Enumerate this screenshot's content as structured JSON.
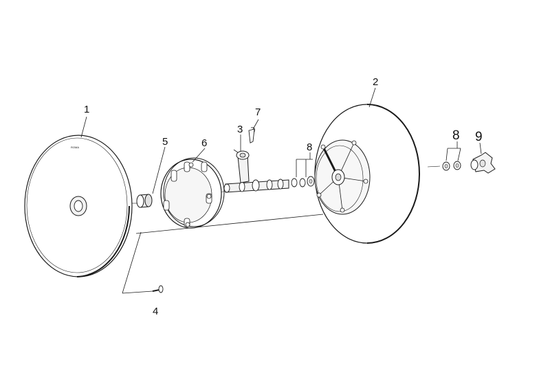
{
  "diagram": {
    "callouts": [
      {
        "id": "c1",
        "label": "1"
      },
      {
        "id": "c2",
        "label": "2"
      },
      {
        "id": "c3",
        "label": "3"
      },
      {
        "id": "c4",
        "label": "4"
      },
      {
        "id": "c5",
        "label": "5"
      },
      {
        "id": "c6",
        "label": "6"
      },
      {
        "id": "c7",
        "label": "7"
      },
      {
        "id": "c8a",
        "label": "8"
      },
      {
        "id": "c8b",
        "label": "8"
      },
      {
        "id": "c9",
        "label": "9"
      }
    ],
    "colors": {
      "line": "#1a1a1a",
      "fill": "#ffffff",
      "shade": "#e9e9e9"
    }
  }
}
